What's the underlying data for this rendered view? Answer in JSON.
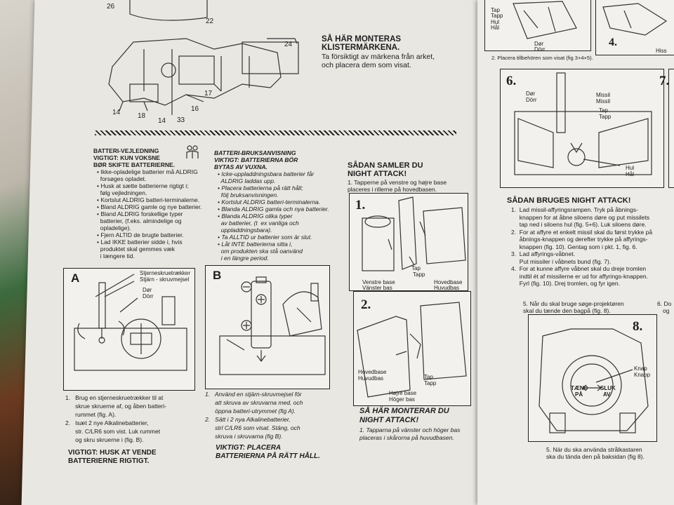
{
  "sticker": {
    "title_l1": "SÅ HÄR MONTERAS",
    "title_l2": "KLISTERMÄRKENA.",
    "body_l1": "Ta försiktigt av märkena från arket,",
    "body_l2": "och placera dem som visat."
  },
  "callouts": [
    "26",
    "22",
    "24",
    "14",
    "18",
    "14",
    "33",
    "16",
    "17"
  ],
  "battery_da": {
    "title": "BATTERI-VEJLEDNING",
    "warn_l1": "VIGTIGT: KUN VOKSNE",
    "warn_l2": "BØR SKIFTE BATTERIERNE.",
    "lines": [
      "• Ikke-opladelige batterier må ALDRIG",
      "  forsøges opladet.",
      "• Husk at sætte batterierne rigtigt i;",
      "  følg vejledningen.",
      "• Kortslut ALDRIG batteri-terminalerne.",
      "• Bland ALDRIG gamle og nye batterier.",
      "• Bland ALDRIG forskellige typer",
      "  batterier, (f.eks. almindelige og",
      "  opladelige).",
      "• Fjern ALTID de brugte batterier.",
      "• Lad IKKE batterier sidde i, hvis",
      "  produktet skal gemmes væk",
      "  i længere tid."
    ],
    "steps": [
      "1.   Brug en stjerneskruetrækker til at",
      "      skrue skruerne af, og åben batteri-",
      "      rummet (fig. A).",
      "2.   Isæt 2 nye Alkalinebatterier,",
      "      str. C/LR6 som vist. Luk rummet",
      "      og skru skruerne i (fig. B)."
    ],
    "note_l1": "VIGTIGT: HUSK AT VENDE",
    "note_l2": "BATTERIERNE RIGTIGT."
  },
  "battery_sv": {
    "title": "BATTERI-BRUKSANVISNING",
    "warn_l1": "VIKTIGT: BATTERIERNA BÖR",
    "warn_l2": "BYTAS AV VUXNA.",
    "lines": [
      "• Icke-uppladdningsbara batterier får",
      "  ALDRIG laddas upp.",
      "• Placera batterierna på rätt håll;",
      "  följ bruksanvisningen.",
      "• Kortslut ALDRIG batteri-terminalerna.",
      "• Blanda ALDRIG gamla och nya batterier.",
      "• Blanda ALDRIG olika typer",
      "  av batterier, (t  ex vanliga och",
      "  uppladdningsbara).",
      "• Ta ALLTID ur batterier som är slut.",
      "• Låt INTE batterierna sitta i,",
      "  om produkten ska stå oanvänd",
      "  i en längre period."
    ],
    "steps": [
      "1.   Använd en stjärn-skruvmejsel för",
      "      att skruva av skruvarna med, och",
      "      öppna batteri-utrymmet (fig A).",
      "2.   Sätt i 2 nya Alkalinebatterier,",
      "      strl C/LR6 som visat. Stäng, och",
      "      skruva i skruvarna (fig B)."
    ],
    "note_l1": "VIKTIGT: PLACERA",
    "note_l2": "BATTERIERNA PÅ RÄTT HÅLL."
  },
  "figA": {
    "letter": "A",
    "l1": "Stjerneskruetrækker",
    "l2": "Stjärn - skruvmejsel",
    "l3": "Dør",
    "l4": "Dörr"
  },
  "figB": {
    "letter": "B"
  },
  "assemble_da": {
    "title_l1": "SÅDAN SAMLER DU",
    "title_l2": "NIGHT ATTACK!",
    "l1": "1.  Tapperne på venstre og højre base",
    "l2": "     placeres i rillerne på hovedbasen."
  },
  "fig1": {
    "num": "1.",
    "a1": "Venstre base",
    "a2": "Vänster bas",
    "b1": "Tap",
    "b2": "Tapp",
    "c1": "Hovedbase",
    "c2": "Huvudbas"
  },
  "fig2": {
    "num": "2.",
    "a1": "Hovedbase",
    "a2": "Huvudbas",
    "b1": "Tap",
    "b2": "Tapp",
    "c1": "Højre base",
    "c2": "Höger bas"
  },
  "assemble_sv": {
    "title_l1": "SÅ HÄR MONTERAR DU",
    "title_l2": "NIGHT ATTACK!",
    "l1": "1.  Tapparna på vänster och höger bas",
    "l2": "     placeras i skårorna på huvudbasen."
  },
  "right_top": {
    "lab1": "Tap",
    "lab2": "Tapp",
    "lab3": "Hul",
    "lab4": "Hål",
    "lab5": "Dør",
    "lab6": "Dörr",
    "fig4": "4.",
    "fig4b": "Hiss",
    "caption": "2.  Placera tillbehören som visat (fig 3+4+5)."
  },
  "fig6": {
    "num": "6.",
    "a1": "Dør",
    "a2": "Dörr",
    "b1": "Missil",
    "b2": "Missil",
    "c1": "Tap",
    "c2": "Tapp",
    "d1": "Hul",
    "d2": "Hål"
  },
  "fig7": {
    "num": "7."
  },
  "use_da": {
    "title": "SÅDAN BRUGES NIGHT ATTACK!",
    "lines": [
      "1.  Lad missil-affyringsrampen. Tryk på åbnings-",
      "     knappen for at åbne siloens døre og put missilets",
      "     tap ned i siloens hul (fig. 5+6). Luk siloens døre.",
      "2.  For at affyre et enkelt missil skal du først trykke på",
      "     åbnings-knappen og derefter trykke på affyrings-",
      "     knappen (fig. 10). Gentag som i pkt. 1, fig. 6.",
      "3.  Lad affyrings-våbnet.",
      "     Put missiler i våbnets bund (fig. 7).",
      "4.  For at kunne affyre våbnet skal du dreje tromlen",
      "     indtil ét af missilerne er ud for affyrings-knappen.",
      "     Fyrl (fig. 10). Drej tromlen, og fyr igen."
    ]
  },
  "step5_da": {
    "l1": "5.  Når du skal bruge søge-projektøren",
    "l2": "     skal du tænde den bagpå (fig. 8).",
    "cut": "6. Do",
    "cut2": "og"
  },
  "fig8": {
    "num": "8.",
    "k1": "Knap",
    "k2": "Knapp",
    "on1": "TÆND",
    "on2": "PÅ",
    "off1": "SLUK",
    "off2": "AV"
  },
  "step5_sv": {
    "l1": "5.  När du ska använda strålkastaren",
    "l2": "     ska du tända den på baksidan (fig 8)."
  }
}
